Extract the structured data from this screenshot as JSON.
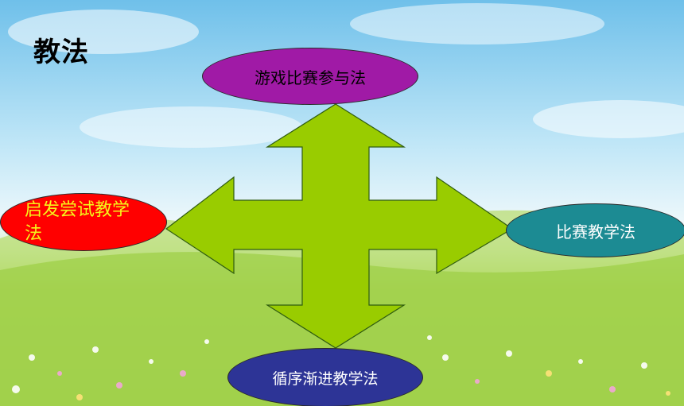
{
  "slide": {
    "title": "教法",
    "methods": {
      "top": "游戏比赛参与法",
      "left": "启发尝试教学法",
      "right": "比赛教学法",
      "bottom": "循序渐进教学法"
    }
  },
  "colors": {
    "sky_top": "#7ec6ea",
    "grass": "#8cc63e",
    "arrow": "#99cc00",
    "oval_top": "#a01aa6",
    "oval_left": "#ff0000",
    "oval_left_text": "#f5f51a",
    "oval_right": "#1c8b93",
    "oval_bottom": "#2d3496"
  },
  "icons": {
    "arrow": "four-way-arrow-icon"
  }
}
